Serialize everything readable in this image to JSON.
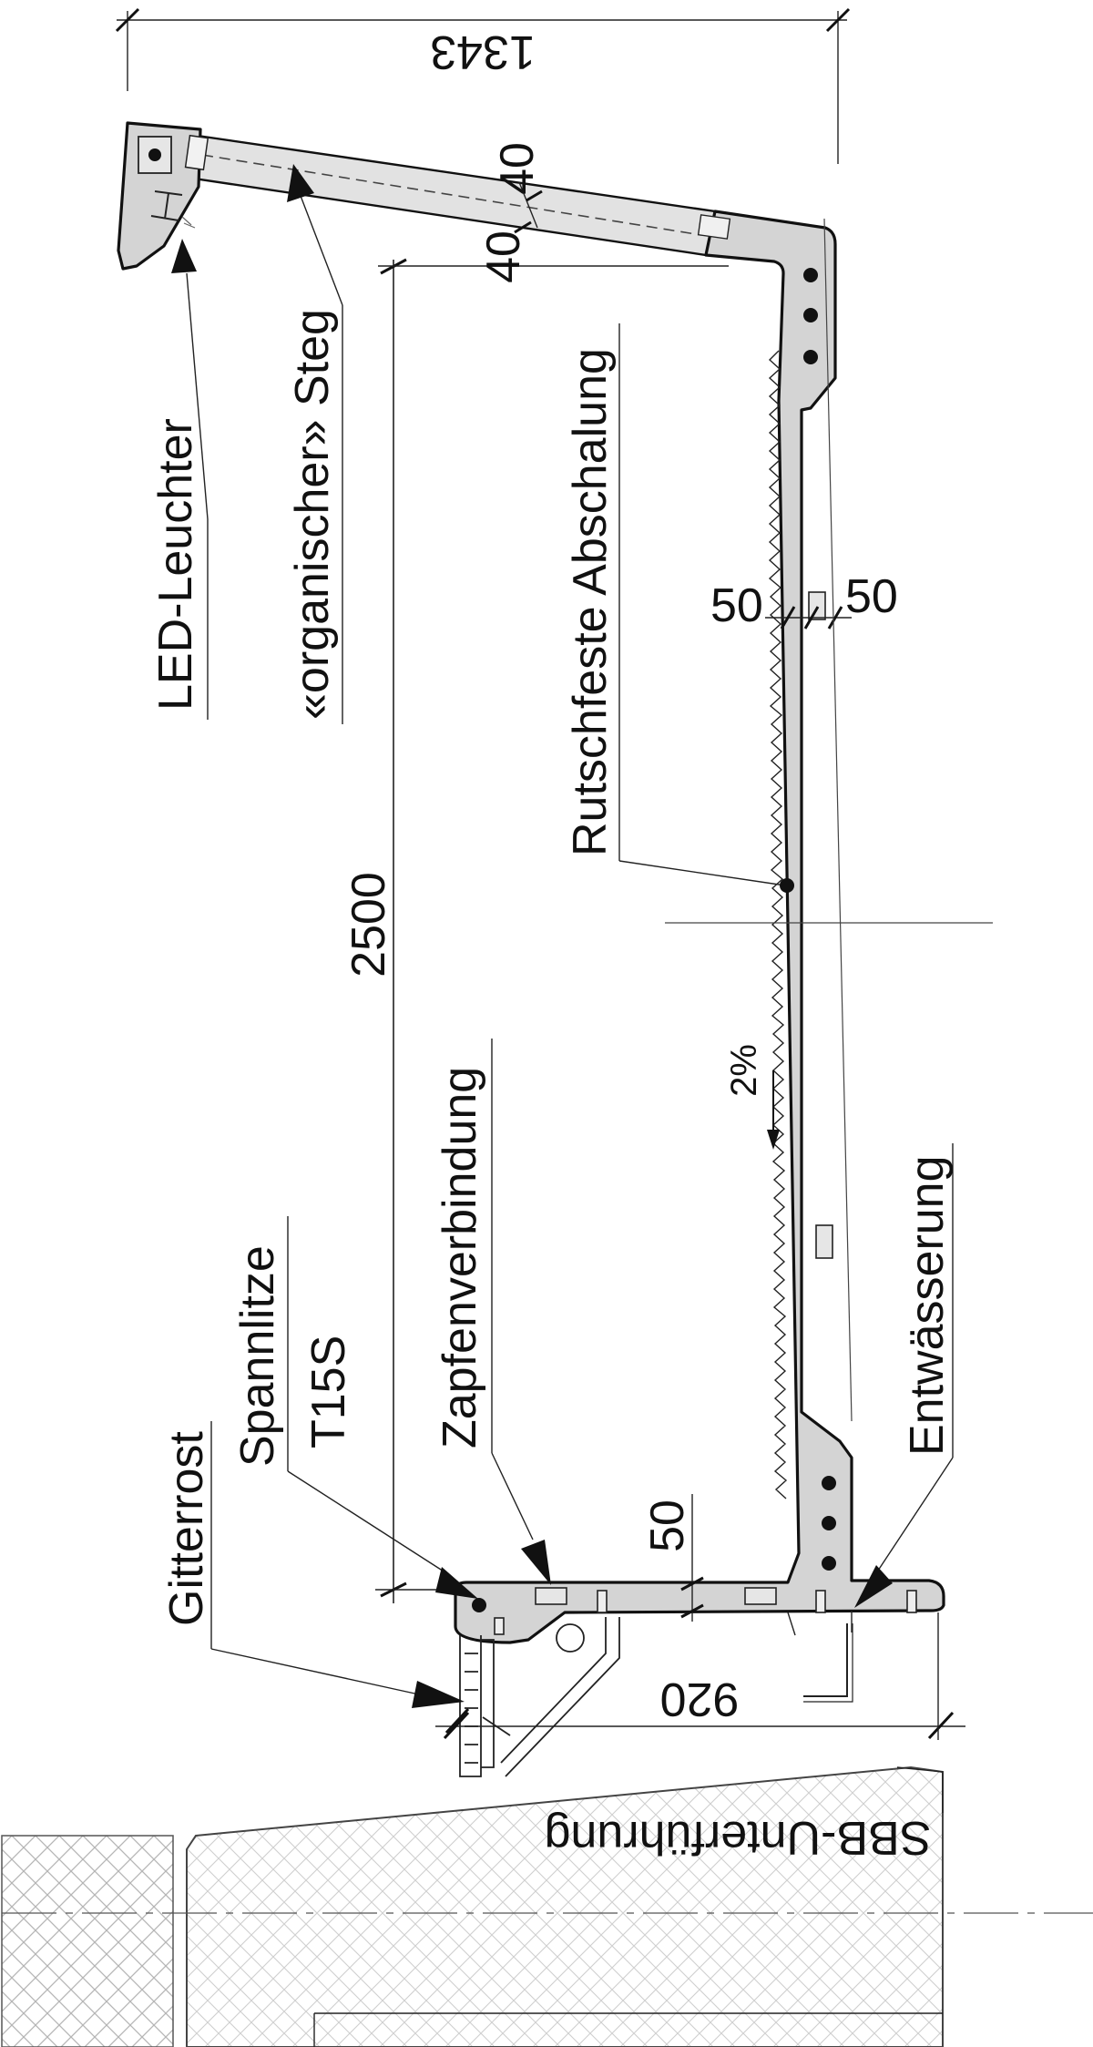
{
  "labels": {
    "led": "LED-Leuchter",
    "steg": "«organischer» Steg",
    "abschalung": "Rutschfeste Abschalung",
    "spannlitze_1": "Spannlitze",
    "spannlitze_2": "T15S",
    "zapfen": "Zapfenverbindung",
    "entwaesserung": "Entwässerung",
    "gitterrost": "Gitterrost",
    "sbb": "SBB-Unterführung",
    "gefaelle": "2%"
  },
  "dimensions": {
    "width_top": "1343",
    "height": "2500",
    "width_bottom": "920",
    "t40_a": "40",
    "t40_b": "40",
    "t50_a": "50",
    "t50_b": "50",
    "t50_c": "50"
  },
  "colors": {
    "concrete_fill": "#d4d4d4",
    "line": "#111111",
    "hatch": "#bdbdbd"
  }
}
